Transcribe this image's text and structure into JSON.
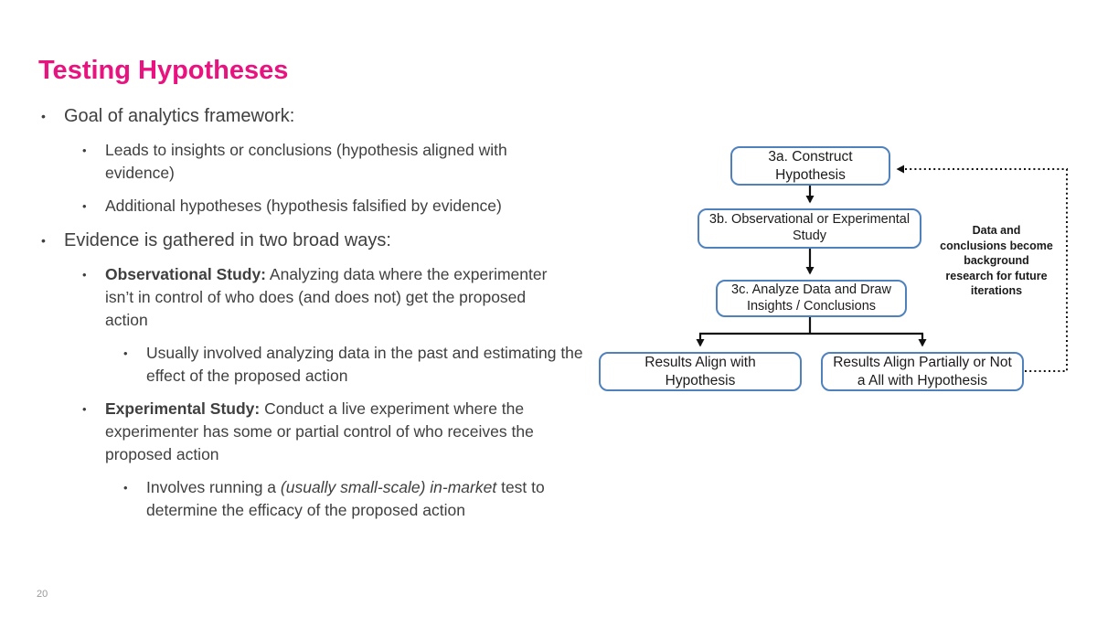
{
  "title": "Testing Hypotheses",
  "page_number": "20",
  "bullet_char": "•",
  "colors": {
    "title": "#e8137f",
    "body": "#3f3f3f",
    "box_border": "#4f81bd",
    "line": "#111111",
    "page_number": "#999999"
  },
  "list": {
    "goal": {
      "text": "Goal of analytics framework:"
    },
    "goal_sub1": {
      "text": "Leads to insights or conclusions (hypothesis aligned with evidence)"
    },
    "goal_sub2": {
      "text": "Additional hypotheses (hypothesis falsified by evidence)"
    },
    "evidence": {
      "text": "Evidence is gathered in two broad ways:"
    },
    "observational": {
      "bold": "Observational Study:",
      "rest": " Analyzing data where the experimenter isn’t in control of who does (and does not) get the proposed action"
    },
    "observational_sub": {
      "text": "Usually involved analyzing data in the past and estimating the effect of the proposed action"
    },
    "experimental": {
      "bold": "Experimental Study:",
      "rest": " Conduct a live experiment where the experimenter has some or partial control of who receives the proposed action"
    },
    "experimental_sub": {
      "pre": "Involves running a ",
      "italic": "(usually small-scale) in-market",
      "post": " test to determine the efficacy of the proposed action"
    }
  },
  "flowchart": {
    "box_3a": "3a. Construct Hypothesis",
    "box_3b": "3b. Observational or Experimental Study",
    "box_3c": "3c. Analyze Data and Draw Insights / Conclusions",
    "box_align": "Results Align with Hypothesis",
    "box_partial": "Results Align Partially or Not a All with Hypothesis",
    "side_note_lines": [
      "Data and",
      "conclusions become",
      "background",
      "research for future",
      "iterations"
    ]
  }
}
